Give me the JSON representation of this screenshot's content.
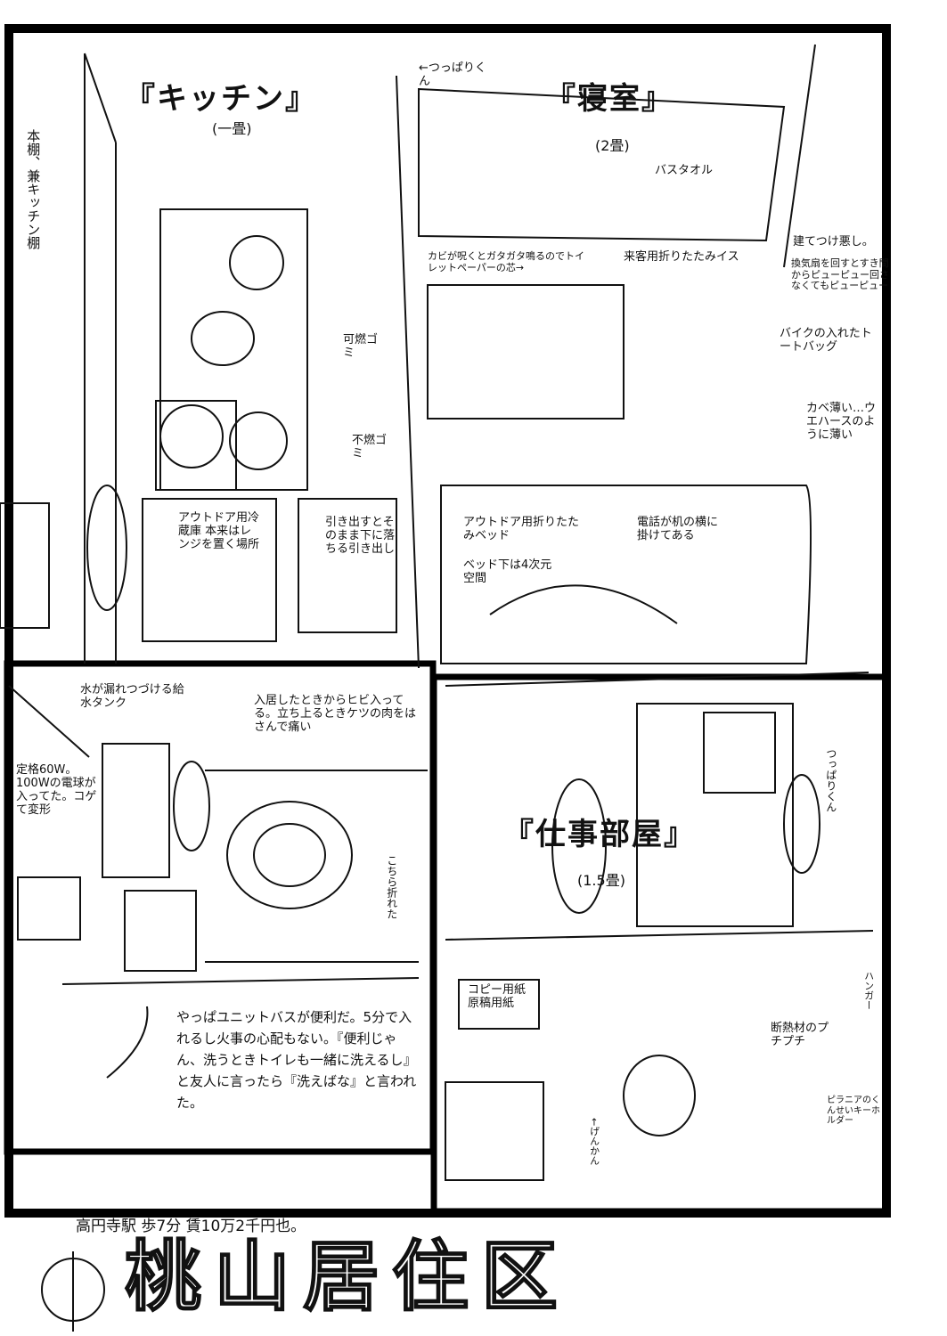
{
  "rooms": {
    "kitchen": {
      "title": "『キッチン』",
      "size": "(一畳)"
    },
    "bedroom": {
      "title": "『寝室』",
      "size": "(2畳)"
    },
    "workroom": {
      "title": "『仕事部屋』",
      "size": "(1.5畳)"
    }
  },
  "notes": {
    "shelf": "本棚、兼キッチン棚",
    "pole_top": "←つっぱりくん",
    "towel": "バスタオル",
    "curtain_note": "カビが呪くとガタガタ鳴るのでトイレットペーパーの芯→",
    "folding_chair": "来客用折りたたみイス",
    "building": "建てつけ悪し。",
    "window": "換気扇を回すとすき間からピューピュー回さなくてもピューピュー",
    "bag": "バイクの入れたトートバッグ",
    "wall": "カベ薄い…ウエハースのように薄い",
    "burnable": "可燃ゴミ",
    "nonburnable": "不燃ゴミ",
    "fridge": "アウトドア用冷蔵庫 本来はレンジを置く場所",
    "drawer": "引き出すとそのまま下に落ちる引き出し",
    "bed": "アウトドア用折りたたみベッド",
    "under_bed": "ベッド下は4次元空間",
    "phone": "電話が机の横に掛けてある",
    "tank": "水が漏れつづける給水タンク",
    "bulb": "定格60W。100Wの電球が入ってた。コゲて変形",
    "crack": "入居したときからヒビ入ってる。立ち上るときケツの肉をはさんで痛い",
    "broken": "こちら折れた",
    "bath_note": "やっぱユニットバスが便利だ。5分で入れるし火事の心配もない。『便利じゃん、洗うときトイレも一緒に洗えるし』と友人に言ったら『洗えばな』と言われた。",
    "paper": "コピー用紙 原稿用紙",
    "insulation": "断熱材のプチプチ",
    "pole_right": "つっぱりくん",
    "hanger": "ハンガー",
    "keyholder": "ピラニアのくんせいキーホルダー",
    "gen": "←げんかん"
  },
  "footer": {
    "address": "高円寺駅 歩7分 賃10万2千円也。",
    "title": "桃山居住区"
  }
}
